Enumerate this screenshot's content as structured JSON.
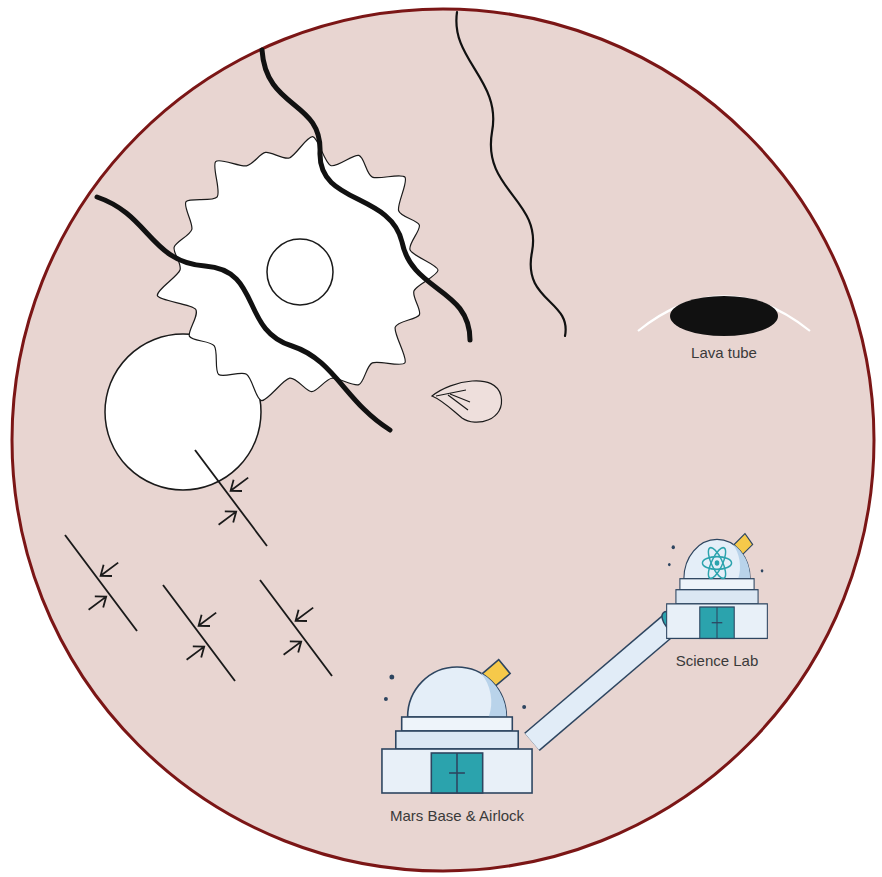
{
  "diagram": {
    "nodes": [
      {
        "text": [
          "Lava tube"
        ]
      },
      {
        "text": [
          "Science Lab"
        ]
      },
      {
        "text": [
          "Mars Base & Airlock"
        ]
      }
    ],
    "edges": [
      {
        "from": 2,
        "to": 1,
        "arrow": "none"
      }
    ]
  }
}
